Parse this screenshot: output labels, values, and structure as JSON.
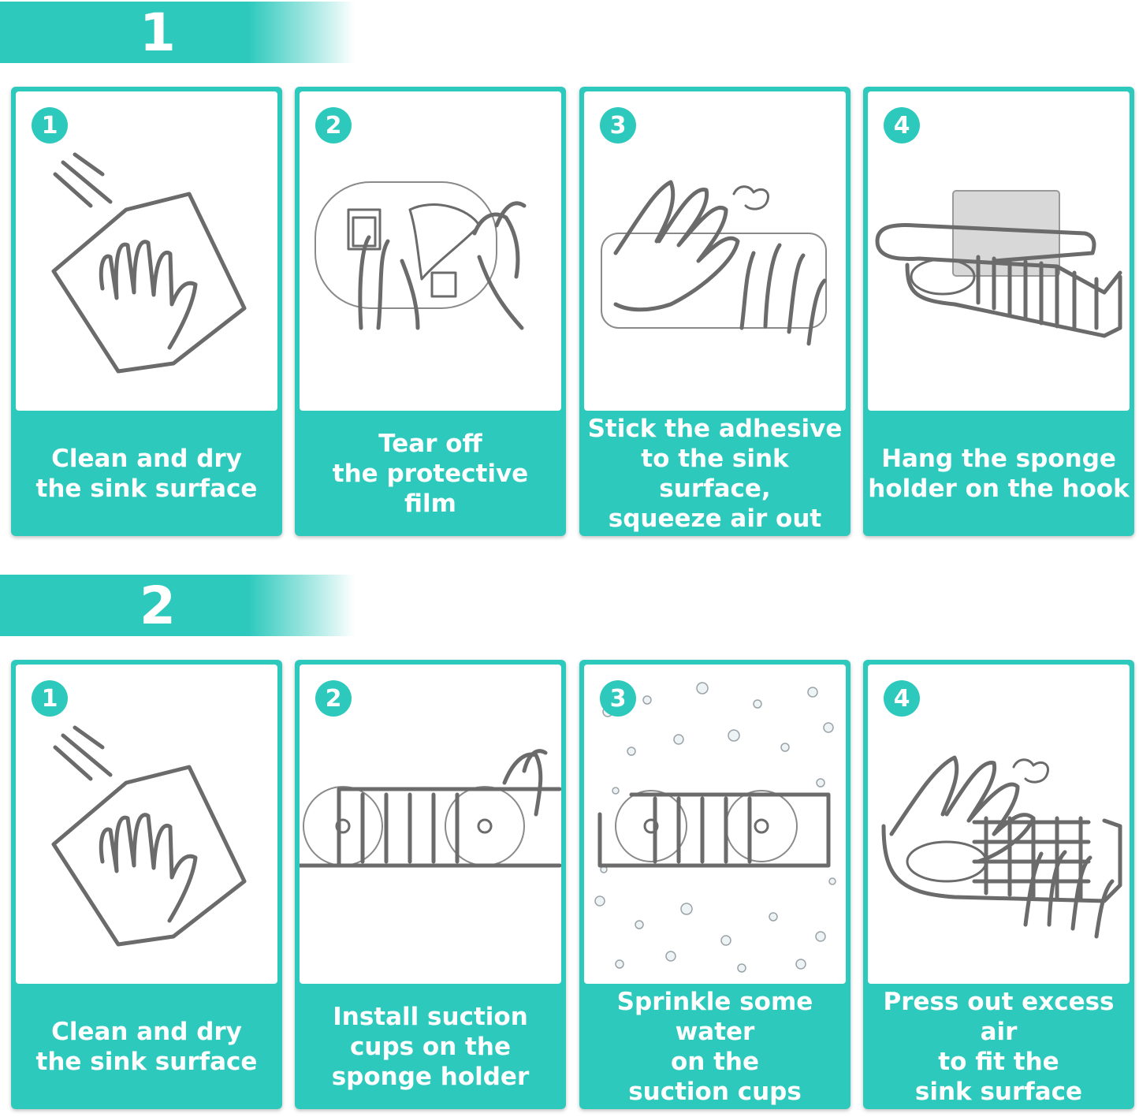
{
  "sections": [
    {
      "number": "1",
      "steps": [
        {
          "badge": "1",
          "caption": "Clean and dry\nthe sink surface",
          "icon": "hand-wiping-cloth-icon"
        },
        {
          "badge": "2",
          "caption": "Tear off\nthe protective\nfilm",
          "icon": "peel-film-icon"
        },
        {
          "badge": "3",
          "caption": "Stick the adhesive\nto the sink surface,\nsqueeze air out",
          "icon": "press-adhesive-icon"
        },
        {
          "badge": "4",
          "caption": "Hang the sponge\nholder on the hook",
          "icon": "hanging-basket-icon"
        }
      ]
    },
    {
      "number": "2",
      "steps": [
        {
          "badge": "1",
          "caption": "Clean and dry\nthe sink surface",
          "icon": "hand-wiping-cloth-icon"
        },
        {
          "badge": "2",
          "caption": "Install suction\ncups on the\nsponge holder",
          "icon": "suction-cup-basket-icon"
        },
        {
          "badge": "3",
          "caption": "Sprinkle some water\non the\nsuction cups",
          "icon": "water-droplets-basket-icon"
        },
        {
          "badge": "4",
          "caption": "Press out excess air\nto fit the\nsink surface",
          "icon": "press-basket-icon"
        }
      ]
    }
  ],
  "colors": {
    "accent": "#2ec9bd",
    "line": "#6b6b6b"
  }
}
